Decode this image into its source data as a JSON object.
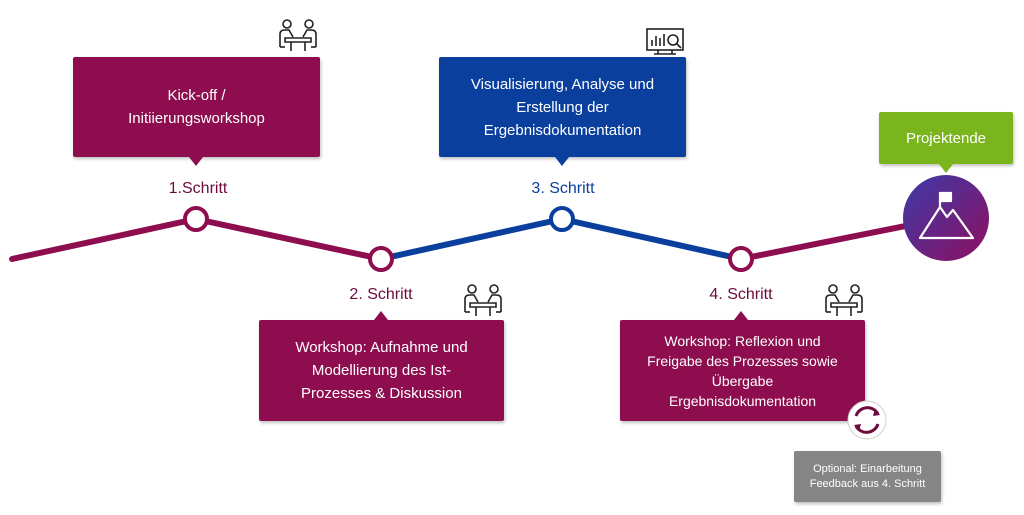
{
  "colors": {
    "purple": "#8e0d4f",
    "blue": "#0b3f9e",
    "green": "#7ab51d",
    "grey": "#858585"
  },
  "steps": [
    {
      "label": "1.Schritt",
      "box_text": "Kick-off /\nInitiierungsworkshop",
      "icon": "meeting-icon",
      "color": "purple"
    },
    {
      "label": "2. Schritt",
      "box_text": "Workshop: Aufnahme und\nModellierung des Ist-\nProzesses & Diskussion",
      "icon": "meeting-icon",
      "color": "purple"
    },
    {
      "label": "3. Schritt",
      "box_text": "Visualisierung, Analyse und\nErstellung der\nErgebnisdokumentation",
      "icon": "analytics-screen-icon",
      "color": "blue"
    },
    {
      "label": "4. Schritt",
      "box_text": "Workshop: Reflexion und\nFreigabe des Prozesses sowie\nÜbergabe\nErgebnisdokumentation",
      "icon": "meeting-icon",
      "color": "purple"
    }
  ],
  "end": {
    "label": "Projektende",
    "icon": "mountain-flag-icon"
  },
  "optional": {
    "text": "Optional: Einarbeitung\nFeedback aus 4. Schritt",
    "icon": "cycle-arrows-icon"
  }
}
